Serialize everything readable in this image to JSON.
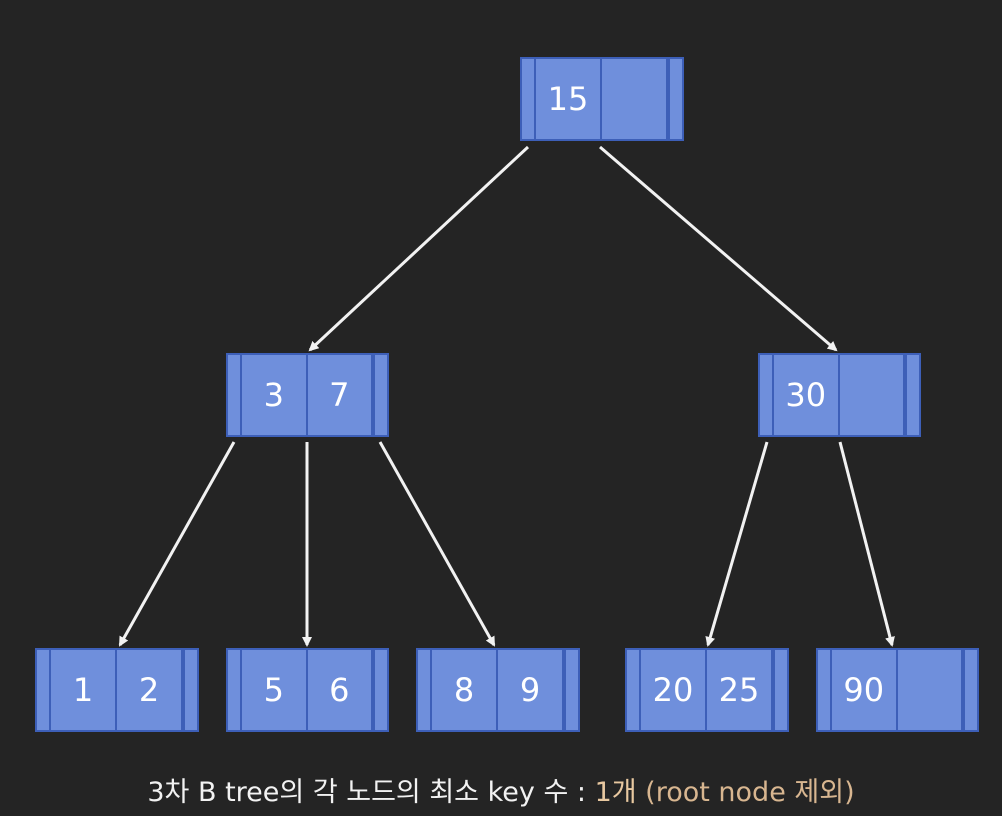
{
  "tree": {
    "root": {
      "keys": [
        "15",
        ""
      ]
    },
    "level1": [
      {
        "keys": [
          "3",
          "7"
        ]
      },
      {
        "keys": [
          "30",
          ""
        ]
      }
    ],
    "leaves": [
      {
        "keys": [
          "1",
          "2"
        ]
      },
      {
        "keys": [
          "5",
          "6"
        ]
      },
      {
        "keys": [
          "8",
          "9"
        ]
      },
      {
        "keys": [
          "20",
          "25"
        ]
      },
      {
        "keys": [
          "90",
          ""
        ]
      }
    ]
  },
  "caption": {
    "main": "3차 B tree의 각 노드의 최소 key 수 : ",
    "value": "1개",
    "note": " (root node 제외)"
  },
  "colors": {
    "background": "#242424",
    "node_fill": "#6f8fdc",
    "node_border": "#3d5fb8",
    "arrow": "#f2f2f2",
    "highlight": "#e8c8a0"
  }
}
